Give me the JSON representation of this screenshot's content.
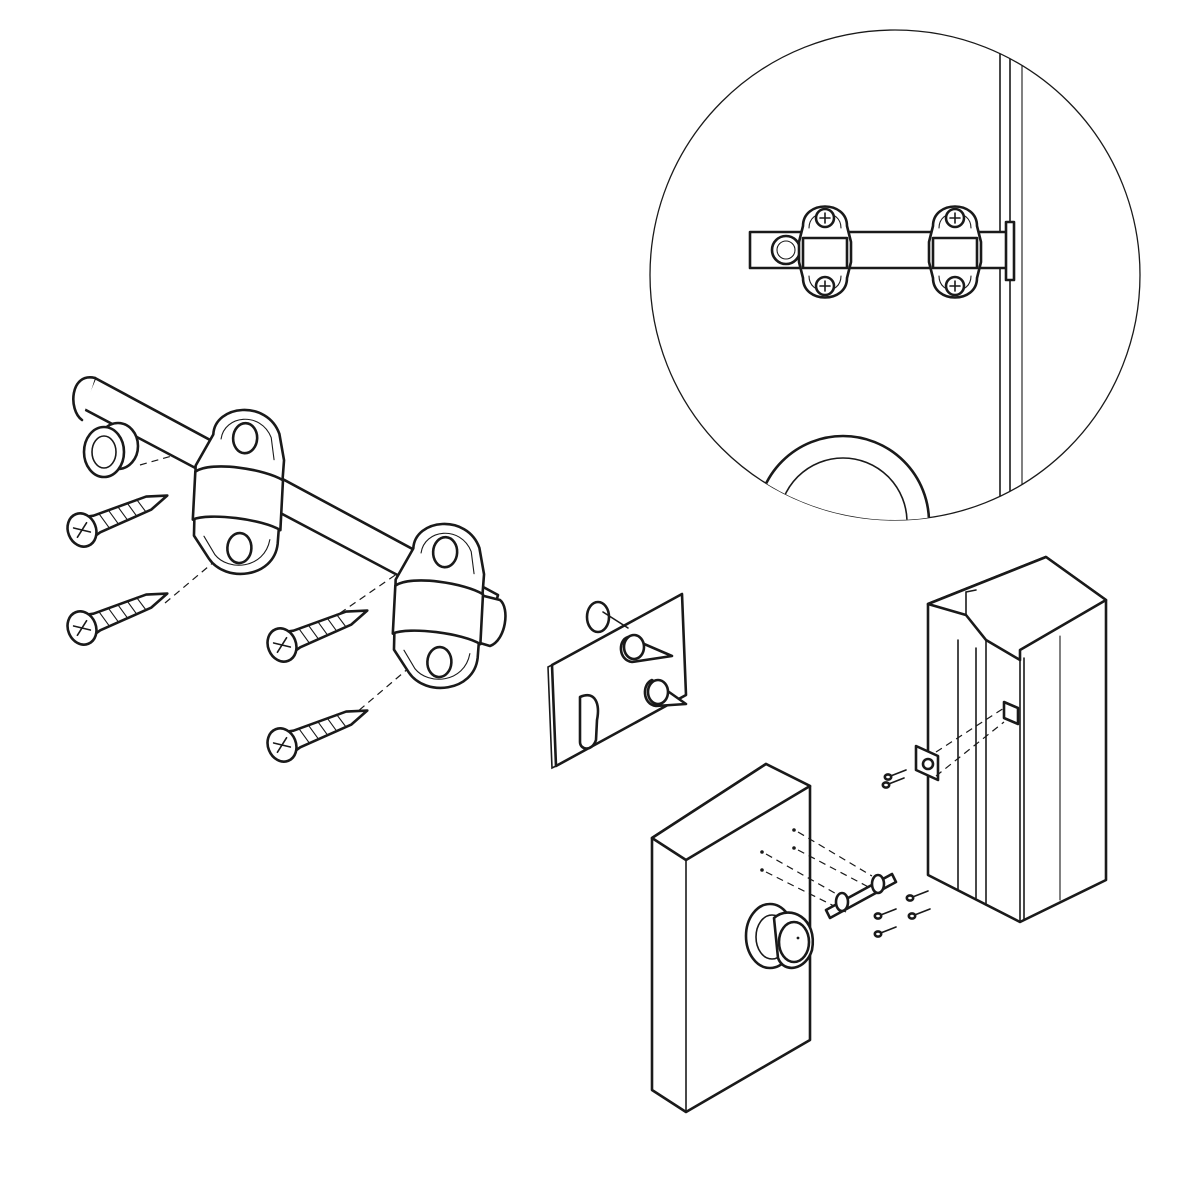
{
  "figure": {
    "kind": "exploded assembly drawing",
    "style": "monochrome line art",
    "colors": {
      "line": "#1a1a1a",
      "background": "#ffffff"
    },
    "parts": {
      "barrel_bolt": {
        "screws": 4,
        "brackets": 2
      },
      "strike_plate": {
        "screws": 2
      },
      "detail_view": {
        "shape": "circle",
        "screws_shown": 4
      },
      "door_panel": {
        "knob": 1,
        "pilot_holes": 4,
        "screws": 4
      },
      "door_jamb": {
        "strike_screws": 2
      }
    }
  }
}
